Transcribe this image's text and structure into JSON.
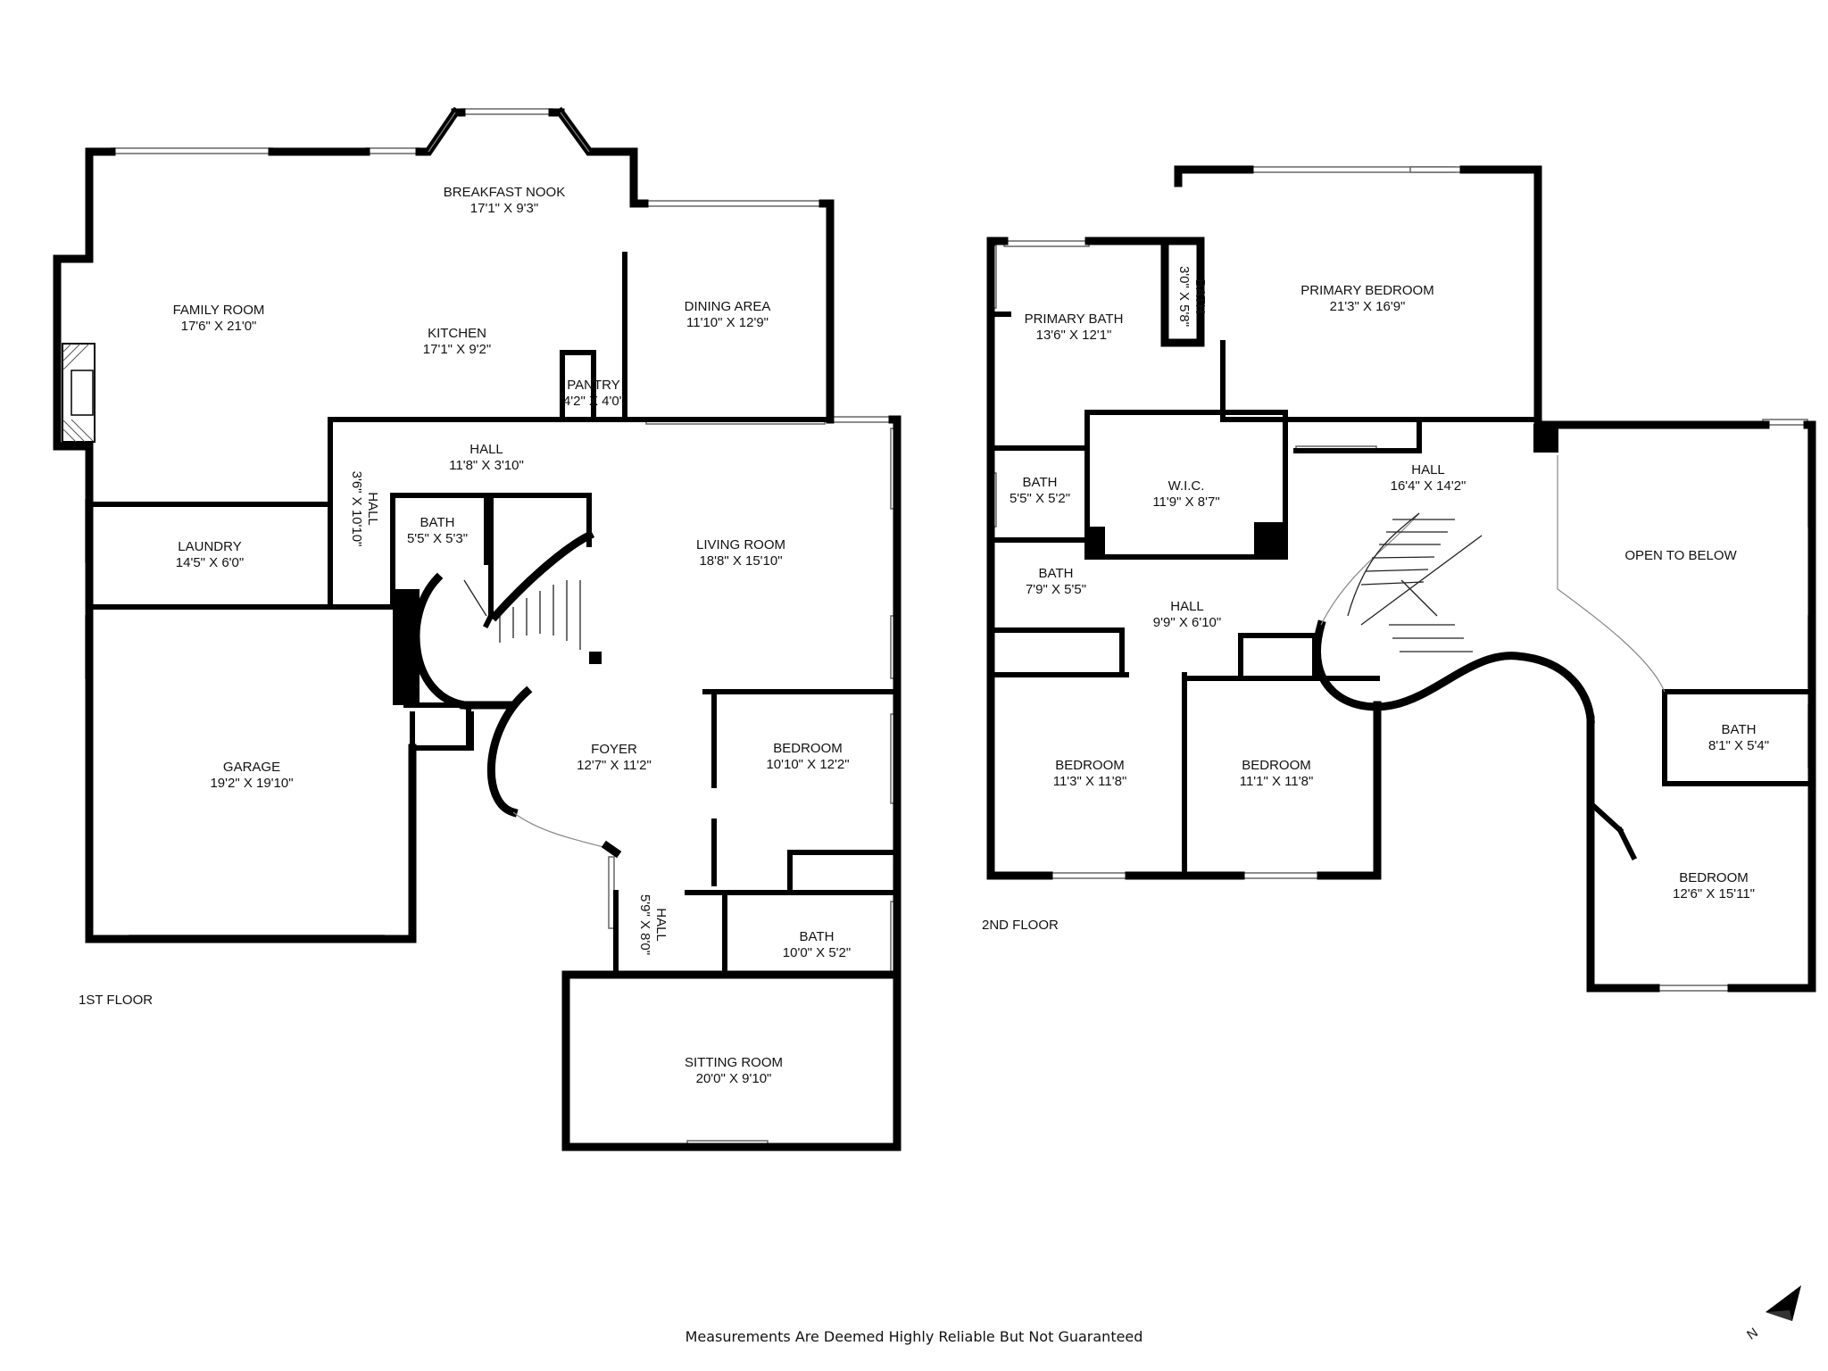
{
  "floors": {
    "first": {
      "label": "1ST FLOOR",
      "rooms": [
        {
          "name": "BREAKFAST NOOK",
          "dims": "17'1\" X 9'3\""
        },
        {
          "name": "FAMILY ROOM",
          "dims": "17'6\" X 21'0\""
        },
        {
          "name": "KITCHEN",
          "dims": "17'1\" X 9'2\""
        },
        {
          "name": "DINING AREA",
          "dims": "11'10\" X 12'9\""
        },
        {
          "name": "PANTRY",
          "dims": "4'2\" X 4'0\""
        },
        {
          "name": "HALL",
          "dims": "11'8\" X 3'10\""
        },
        {
          "name": "HALL",
          "dims": "3'6\" X 10'10\""
        },
        {
          "name": "BATH",
          "dims": "5'5\" X 5'3\""
        },
        {
          "name": "LAUNDRY",
          "dims": "14'5\" X 6'0\""
        },
        {
          "name": "LIVING ROOM",
          "dims": "18'8\" X 15'10\""
        },
        {
          "name": "GARAGE",
          "dims": "19'2\" X 19'10\""
        },
        {
          "name": "FOYER",
          "dims": "12'7\" X 11'2\""
        },
        {
          "name": "BEDROOM",
          "dims": "10'10\" X 12'2\""
        },
        {
          "name": "HALL",
          "dims": "5'9\" X 8'0\""
        },
        {
          "name": "BATH",
          "dims": "10'0\" X 5'2\""
        },
        {
          "name": "SITTING ROOM",
          "dims": "20'0\" X 9'10\""
        }
      ]
    },
    "second": {
      "label": "2ND FLOOR",
      "rooms": [
        {
          "name": "BATH",
          "dims": "3'0\" X 5'8\""
        },
        {
          "name": "PRIMARY BEDROOM",
          "dims": "21'3\" X 16'9\""
        },
        {
          "name": "PRIMARY BATH",
          "dims": "13'6\" X 12'1\""
        },
        {
          "name": "BATH",
          "dims": "5'5\" X 5'2\""
        },
        {
          "name": "W.I.C.",
          "dims": "11'9\" X 8'7\""
        },
        {
          "name": "HALL",
          "dims": "16'4\" X 14'2\""
        },
        {
          "name": "OPEN TO BELOW",
          "dims": ""
        },
        {
          "name": "BATH",
          "dims": "7'9\" X 5'5\""
        },
        {
          "name": "HALL",
          "dims": "9'9\" X 6'10\""
        },
        {
          "name": "BEDROOM",
          "dims": "11'3\" X 11'8\""
        },
        {
          "name": "BEDROOM",
          "dims": "11'1\" X 11'8\""
        },
        {
          "name": "BATH",
          "dims": "8'1\" X 5'4\""
        },
        {
          "name": "BEDROOM",
          "dims": "12'6\" X 15'11\""
        }
      ]
    }
  },
  "disclaimer": "Measurements Are Deemed Highly Reliable But Not Guaranteed",
  "north_label": "N",
  "icons": {
    "compass": "north-arrow-icon"
  }
}
